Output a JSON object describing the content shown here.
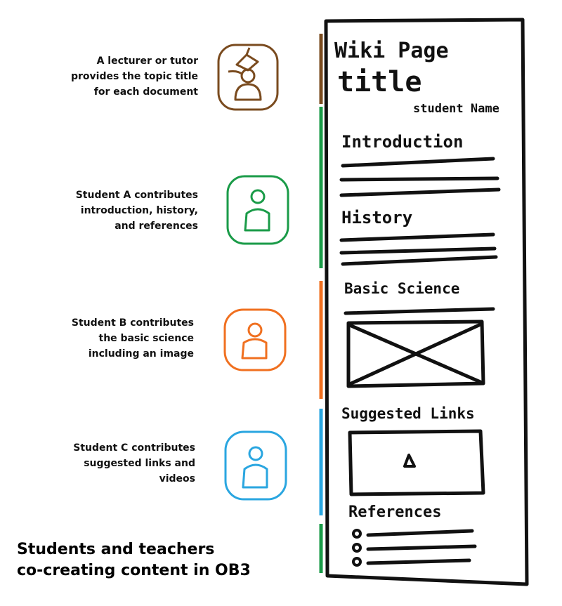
{
  "roles": [
    {
      "id": "lecturer",
      "color": "#7a4b1f",
      "caption": [
        "A lecturer or tutor",
        "provides the topic title",
        "for each document"
      ],
      "icon": "teacher-graduation-hat-icon"
    },
    {
      "id": "student-a",
      "color": "#1a9b48",
      "caption": [
        "Student A contributes",
        "introduction, history,",
        "and references"
      ],
      "icon": "student-person-icon"
    },
    {
      "id": "student-b",
      "color": "#f07020",
      "caption": [
        "Student B contributes",
        "the basic science",
        "including an image"
      ],
      "icon": "student-person-icon"
    },
    {
      "id": "student-c",
      "color": "#2aa6e0",
      "caption": [
        "Student C contributes",
        "suggested links and",
        "videos"
      ],
      "icon": "student-person-icon"
    }
  ],
  "wiki": {
    "title_line1": "Wiki Page",
    "title_line2": "title",
    "student_name": "student Name",
    "sections": {
      "introduction": "Introduction",
      "history": "History",
      "basic_science": "Basic Science",
      "suggested_links": "Suggested Links",
      "references": "References"
    }
  },
  "footer": {
    "title_line1": "Students and teachers",
    "title_line2": "co-creating content in OB3"
  }
}
